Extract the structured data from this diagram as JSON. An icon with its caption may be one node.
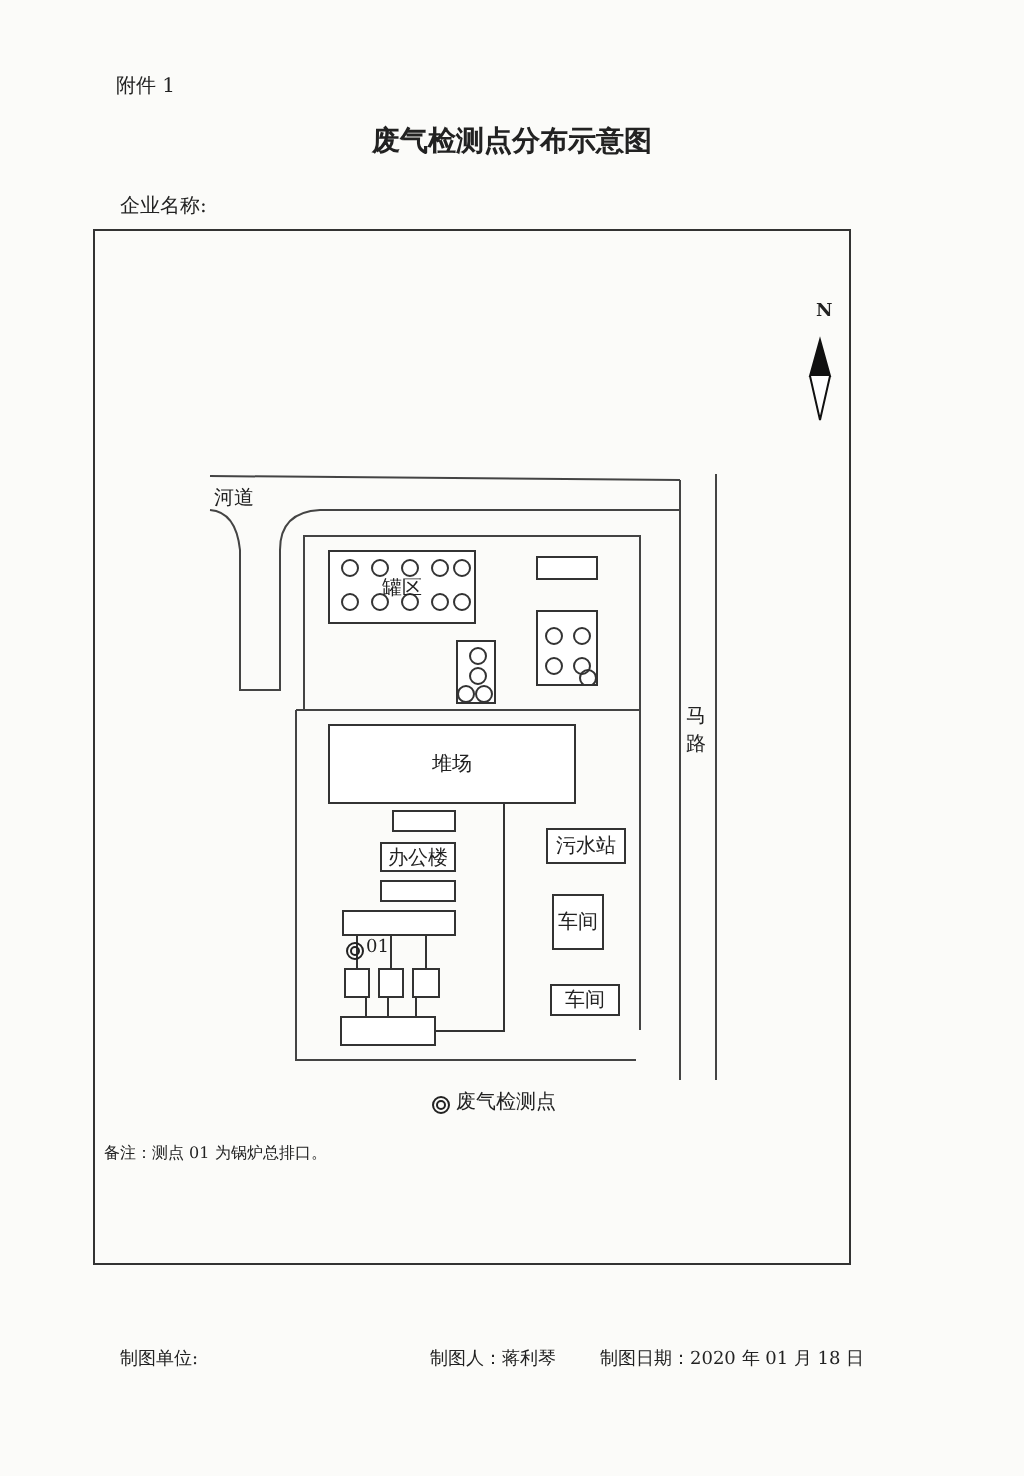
{
  "diagram": {
    "title": "废气检测点分布示意图",
    "nodes": [
      {
        "text": [
          "罐区"
        ]
      },
      {
        "text": [],
        "shape": "box"
      },
      {
        "text": [],
        "shape": "box"
      },
      {
        "text": [],
        "shape": "box"
      },
      {
        "text": [
          "堆场"
        ]
      },
      {
        "text": [],
        "shape": "box"
      },
      {
        "text": [
          "办公楼"
        ]
      },
      {
        "text": [
          "污水站"
        ]
      },
      {
        "text": [],
        "shape": "box"
      },
      {
        "text": [
          "车间"
        ]
      },
      {
        "text": [],
        "shape": "box"
      },
      {
        "text": [],
        "shape": "box"
      },
      {
        "text": [],
        "shape": "box"
      },
      {
        "text": [],
        "shape": "box"
      },
      {
        "text": [
          "车间"
        ]
      },
      {
        "text": [],
        "shape": "box"
      }
    ],
    "edges": [
      {
        "from": 10,
        "to": 11,
        "arrow": "none"
      },
      {
        "from": 10,
        "to": 12,
        "arrow": "none"
      },
      {
        "from": 10,
        "to": 13,
        "arrow": "none"
      },
      {
        "from": 11,
        "to": 15,
        "arrow": "none"
      },
      {
        "from": 12,
        "to": 15,
        "arrow": "none"
      },
      {
        "from": 13,
        "to": 15,
        "arrow": "none"
      },
      {
        "from": 15,
        "to": 4,
        "arrow": "none"
      }
    ],
    "labels": [
      "附件 1",
      "企业名称:",
      "N",
      "河道",
      "马路",
      "01",
      "备注：测点 01 为锅炉总排口。",
      "制图单位:",
      "制图人：蒋利琴",
      "制图日期：2020 年 01 月 18 日"
    ],
    "legend": [
      {
        "text": "废气检测点"
      }
    ]
  }
}
